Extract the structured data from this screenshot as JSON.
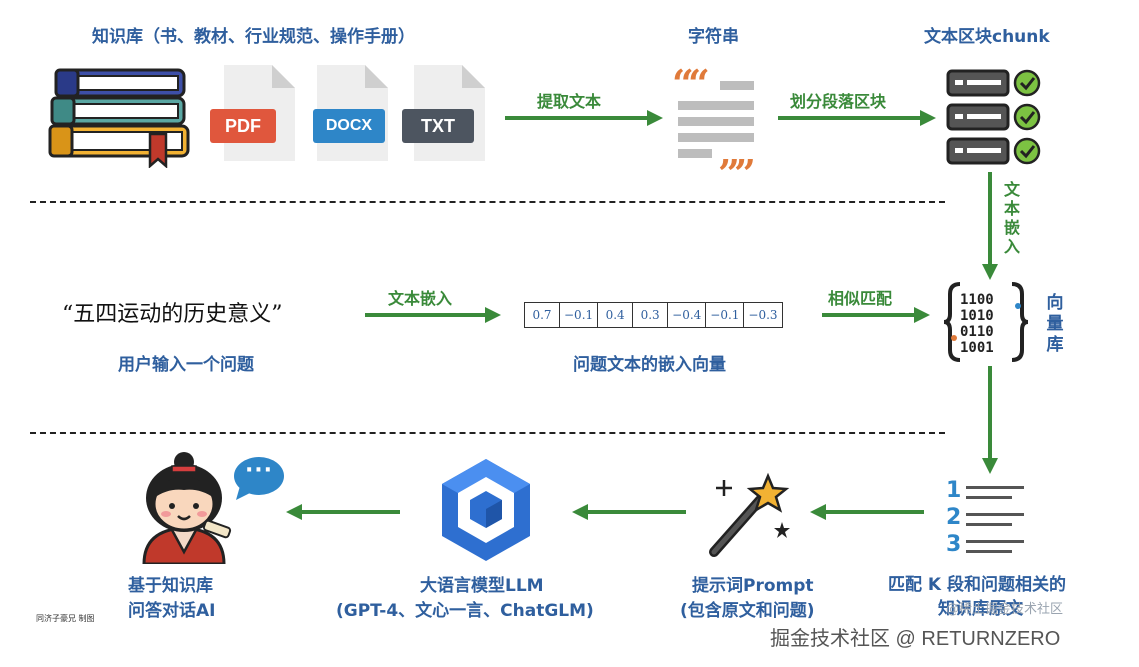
{
  "row1": {
    "knowledge_base_label": "知识库（书、教材、行业规范、操作手册）",
    "pdf": "PDF",
    "docx": "DOCX",
    "txt": "TXT",
    "extract_text": "提取文本",
    "string_label": "字符串",
    "split_chunks": "划分段落区块",
    "chunk_label": "文本区块chunk"
  },
  "row2": {
    "embed_vertical": "文本嵌入",
    "question_text": "“五四运动的历史意义”",
    "user_question_label": "用户输入一个问题",
    "embed_label": "文本嵌入",
    "vector_values": [
      "0.7",
      "−0.1",
      "0.4",
      "0.3",
      "−0.4",
      "−0.1",
      "−0.3"
    ],
    "vector_caption": "问题文本的嵌入向量",
    "similarity_match": "相似匹配",
    "vector_db": "向量库"
  },
  "row3": {
    "list_numbers": [
      "1",
      "2",
      "3"
    ],
    "match_k_line1": "匹配 K 段和问题相关的",
    "match_k_line2": "知识库原文",
    "prompt_line1": "提示词Prompt",
    "prompt_line2": "(包含原文和问题)",
    "llm_line1": "大语言模型LLM",
    "llm_line2": "(GPT-4、文心一言、ChatGLM)",
    "qa_line1": "基于知识库",
    "qa_line2": "问答对话AI",
    "chat_bubble": "···"
  },
  "credit": "同济子豪兄 制图",
  "watermark_faint": "@稀土掘金技术社区",
  "watermark_main": "掘金技术社区 @ RETURNZERO",
  "colors": {
    "blue_text": "#2f5f9e",
    "green": "#3a8a3a",
    "pdf_red": "#e0573d",
    "docx_blue": "#2e86c8",
    "txt_gray": "#4d5560",
    "check_green": "#7cc242"
  }
}
